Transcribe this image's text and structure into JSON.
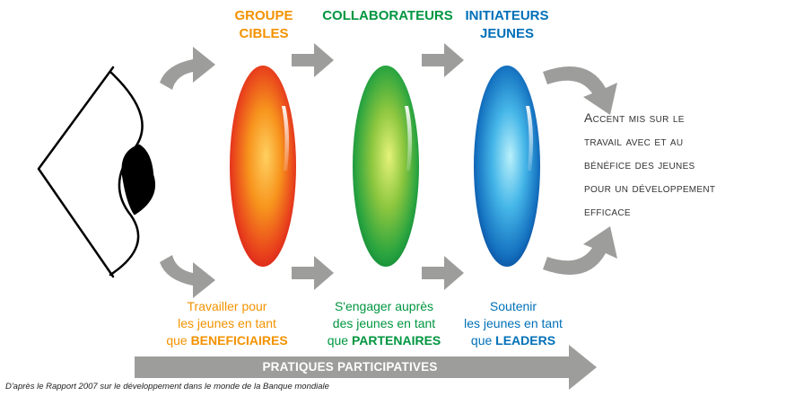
{
  "colors": {
    "orange": "#F39200",
    "green": "#009640",
    "blue": "#0070B8",
    "arrow_gray": "#9D9D9C",
    "text_dark": "#333333"
  },
  "icons": [
    "eye-icon",
    "arrow-icon"
  ],
  "columns": [
    {
      "heading": [
        "GROUPE",
        "CIBLES"
      ],
      "desc_lines": [
        "Travailler pour",
        "les jeunes en tant"
      ],
      "desc_prefix": "que",
      "desc_keyword": "BENEFICIAIRES"
    },
    {
      "heading": [
        "COLLABORATEURS"
      ],
      "desc_lines": [
        "S'engager auprès",
        "des jeunes en tant"
      ],
      "desc_prefix": "que",
      "desc_keyword": "PARTENAIRES"
    },
    {
      "heading": [
        "INITIATEURS",
        "JEUNES"
      ],
      "desc_lines": [
        "Soutenir",
        "les jeunes en tant"
      ],
      "desc_prefix": "que",
      "desc_keyword": "LEADERS"
    }
  ],
  "accent_lines": [
    "Accent mis sur le",
    "travail avec et au",
    "bénéfice des jeunes",
    "pour un développement",
    "efficace"
  ],
  "participatory_label": "PRATIQUES PARTICIPATIVES",
  "source": "D'après le Rapport 2007 sur le développement dans le monde de la Banque mondiale"
}
